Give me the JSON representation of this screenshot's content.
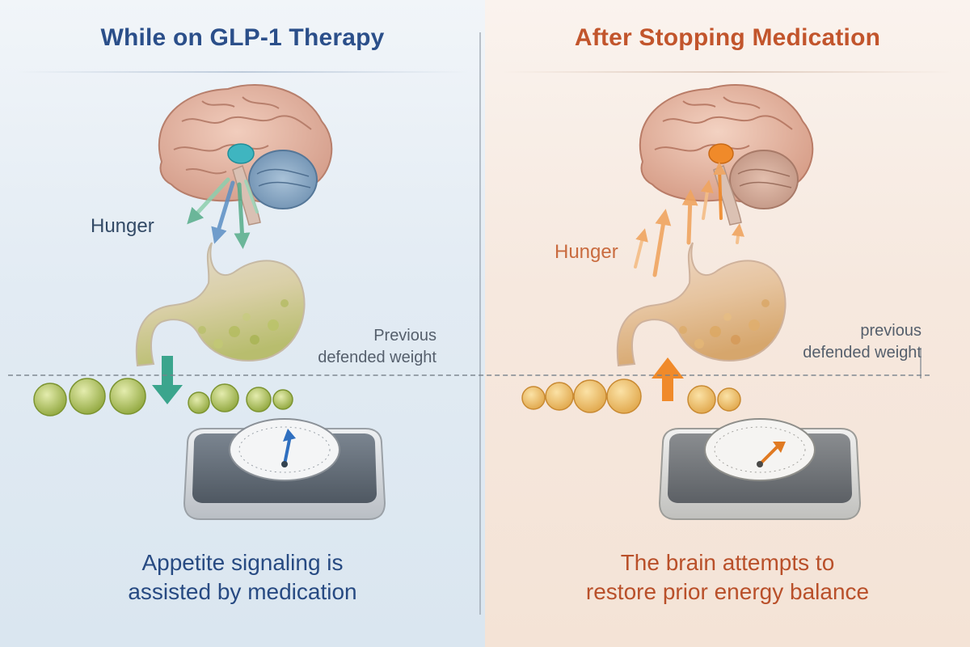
{
  "left_panel": {
    "title": "While on GLP-1 Therapy",
    "hunger_label": "Hunger",
    "weight_label_line1": "Previous",
    "weight_label_line2": "defended weight",
    "caption_line1": "Appetite signaling is",
    "caption_line2": "assisted by medication",
    "accent_color": "#2b4f8a"
  },
  "right_panel": {
    "title": "After Stopping Medication",
    "hunger_label": "Hunger",
    "weight_label_line1": "previous",
    "weight_label_line2": "defended weight",
    "caption_line1": "The brain attempts to",
    "caption_line2": "restore prior energy balance",
    "accent_color": "#c2552c"
  },
  "icons": [
    "brain-icon",
    "stomach-icon",
    "fat-cells-icon",
    "bathroom-scale-icon",
    "hunger-arrows-icon"
  ]
}
